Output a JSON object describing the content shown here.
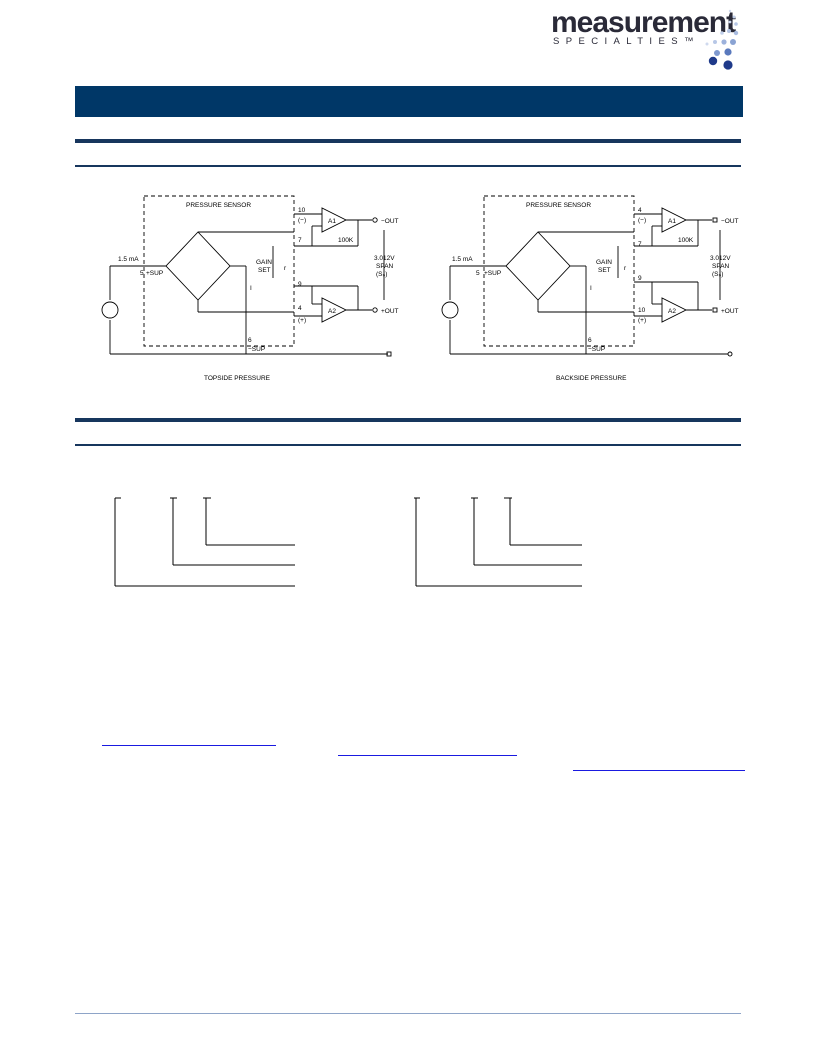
{
  "brand": {
    "name": "measurement",
    "tagline": "SPECIALTIES™",
    "colors": {
      "primary": "#003767",
      "rule": "#17365d",
      "dot_dark": "#1f3a8a",
      "dot_light": "#b7c7e6"
    }
  },
  "diagrams": [
    {
      "caption": "TOPSIDE PRESSURE",
      "sensor_label": "PRESSURE SENSOR",
      "current_label": "1.5 mA",
      "source_label": "I",
      "pins": {
        "neg": "10",
        "neg_sign": "(−)",
        "p7": "7",
        "p9": "9",
        "pos": "4",
        "pos_sign": "(+)",
        "sup_plus_pin": "5",
        "sup_minus_pin": "6"
      },
      "sup_plus": "+SUP",
      "sup_minus": "−SUP",
      "gain_set": [
        "GAIN",
        "SET"
      ],
      "gain_r": "r",
      "resistor": "100K",
      "amp1": "A1",
      "amp2": "A2",
      "out_neg": "−OUT",
      "out_pos": "+OUT",
      "span": [
        "3.012V",
        "SPAN",
        "(S₀)"
      ],
      "bridge_current": "I"
    },
    {
      "caption": "BACKSIDE PRESSURE",
      "sensor_label": "PRESSURE SENSOR",
      "current_label": "1.5 mA",
      "source_label": "I",
      "pins": {
        "neg": "4",
        "neg_sign": "(−)",
        "p7": "7",
        "p9": "9",
        "pos": "10",
        "pos_sign": "(+)",
        "sup_plus_pin": "5",
        "sup_minus_pin": "6"
      },
      "sup_plus": "+SUP",
      "sup_minus": "−SUP",
      "gain_set": [
        "GAIN",
        "SET"
      ],
      "gain_r": "r",
      "resistor": "100K",
      "amp1": "A1",
      "amp2": "A2",
      "out_neg": "−OUT",
      "out_pos": "+OUT",
      "span": [
        "3.012V",
        "SPAN",
        "(S₀)"
      ],
      "bridge_current": "I"
    }
  ]
}
